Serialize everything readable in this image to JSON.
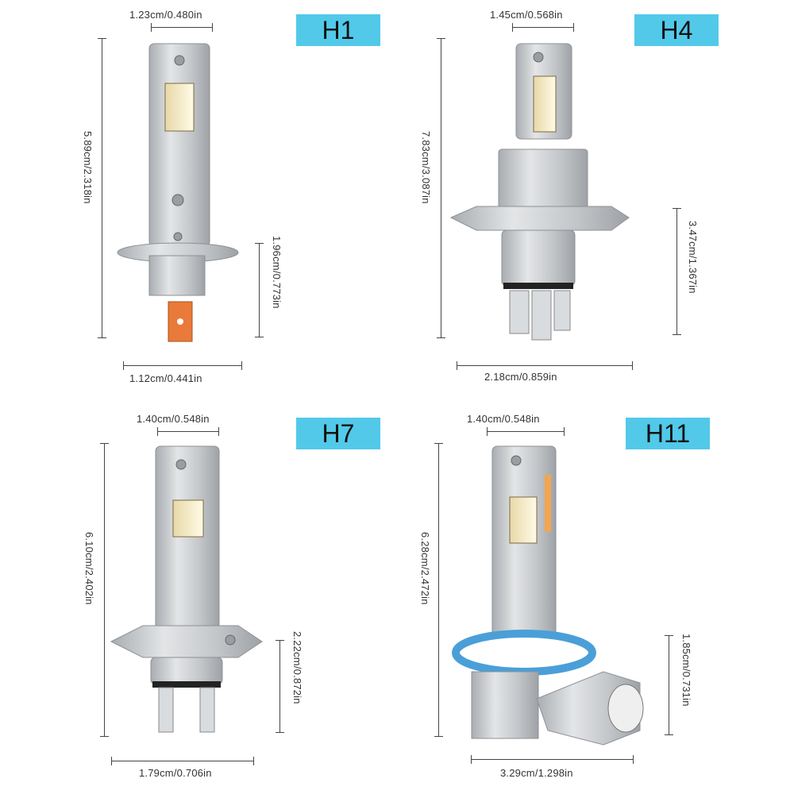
{
  "panels": {
    "h1": {
      "label": "H1",
      "width_top": "1.23cm/0.480in",
      "height_total": "5.89cm/2.318in",
      "height_base": "1.96cm/0.773in",
      "width_base": "1.12cm/0.441in"
    },
    "h4": {
      "label": "H4",
      "width_top": "1.45cm/0.568in",
      "height_total": "7.83cm/3.087in",
      "height_base": "3.47cm/1.367in",
      "width_base": "2.18cm/0.859in"
    },
    "h7": {
      "label": "H7",
      "width_top": "1.40cm/0.548in",
      "height_total": "6.10cm/2.402in",
      "height_base": "2.22cm/0.872in",
      "width_base": "1.79cm/0.706in"
    },
    "h11": {
      "label": "H11",
      "width_top": "1.40cm/0.548in",
      "height_total": "6.28cm/2.472in",
      "height_base": "1.85cm/0.731in",
      "width_base": "3.29cm/1.298in"
    }
  },
  "colors": {
    "tag_bg": "#52c9e9",
    "metal": "#c9cccf",
    "led": "#fff6d0",
    "terminal_orange": "#e97a3a",
    "ring_blue": "#4a9fd8"
  }
}
